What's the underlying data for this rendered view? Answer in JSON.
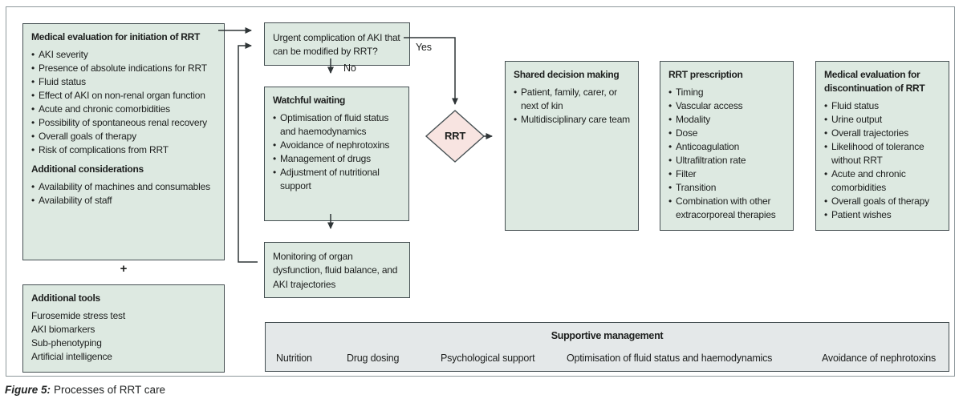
{
  "figure": {
    "caption_label": "Figure 5:",
    "caption_text": "Processes of RRT care"
  },
  "colors": {
    "box_fill": "#dde9e1",
    "box_border": "#454f52",
    "outer_border": "#8e989c",
    "bar_fill": "#e4e8e9",
    "diamond_fill": "#f8e4e1",
    "arrow": "#2f3537",
    "ink": "#1d1f1e"
  },
  "labels": {
    "yes": "Yes",
    "no": "No",
    "plus": "+"
  },
  "boxes": {
    "initiation": {
      "title": "Medical evaluation for initiation of RRT",
      "items": [
        "AKI severity",
        "Presence of absolute indications for RRT",
        "Fluid status",
        "Effect of AKI on non-renal organ function",
        "Acute and chronic comorbidities",
        "Possibility of spontaneous renal recovery",
        "Overall goals of therapy",
        "Risk of complications from RRT"
      ],
      "subtitle": "Additional considerations",
      "sub_items": [
        "Availability of machines and consumables",
        "Availability of staff"
      ]
    },
    "additional_tools": {
      "title": "Additional tools",
      "items": [
        "Furosemide stress test",
        "AKI biomarkers",
        "Sub-phenotyping",
        "Artificial intelligence"
      ]
    },
    "urgent": {
      "text": "Urgent complication of AKI that can be modified by RRT?"
    },
    "watchful": {
      "title": "Watchful waiting",
      "items": [
        "Optimisation of fluid status and haemodynamics",
        "Avoidance of nephrotoxins",
        "Management of drugs",
        "Adjustment of nutritional support"
      ]
    },
    "monitoring": {
      "text": "Monitoring of organ dysfunction, fluid balance, and AKI trajectories"
    },
    "decision": {
      "label": "RRT"
    },
    "shared": {
      "title": "Shared decision making",
      "items": [
        "Patient, family, carer, or next of kin",
        "Multidisciplinary care team"
      ]
    },
    "prescription": {
      "title": "RRT prescription",
      "items": [
        "Timing",
        "Vascular access",
        "Modality",
        "Dose",
        "Anticoagulation",
        "Ultrafiltration rate",
        "Filter",
        "Transition",
        "Combination with other extracorporeal therapies"
      ]
    },
    "discontinuation": {
      "title": "Medical evaluation for discontinuation of RRT",
      "items": [
        "Fluid status",
        "Urine output",
        "Overall trajectories",
        "Likelihood of tolerance without RRT",
        "Acute and chronic comorbidities",
        "Overall goals of therapy",
        "Patient wishes"
      ]
    },
    "supportive": {
      "title": "Supportive management",
      "items": [
        "Nutrition",
        "Drug dosing",
        "Psychological support",
        "Optimisation of fluid status and haemodynamics",
        "Avoidance of nephrotoxins"
      ]
    }
  }
}
